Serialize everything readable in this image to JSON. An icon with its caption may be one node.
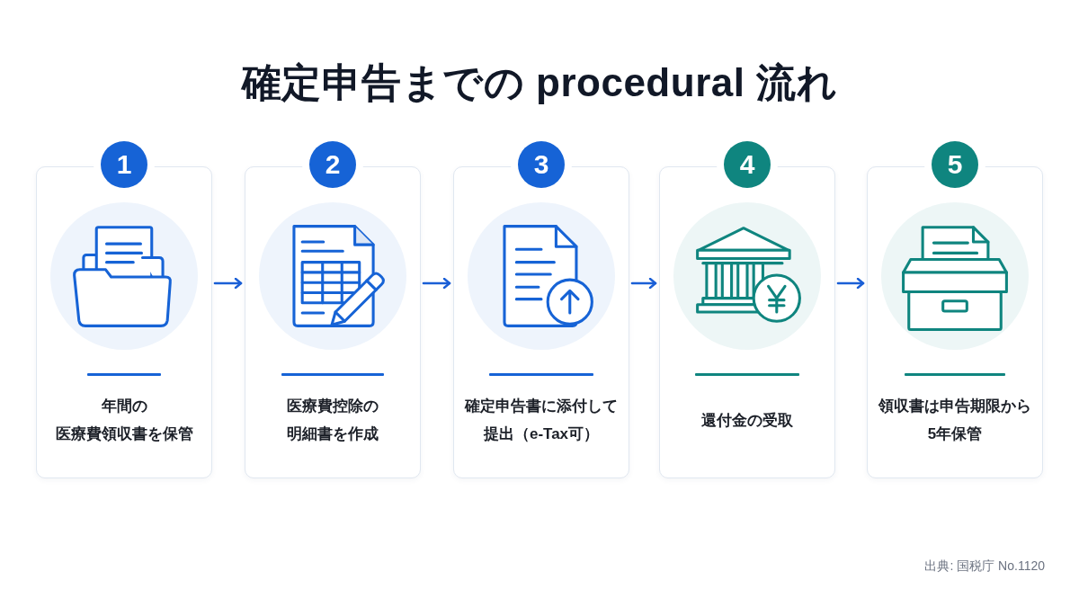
{
  "diagram": {
    "title": "確定申告までの procedural 流れ",
    "nodes": [
      {
        "text": [
          "1",
          "年間の医療費領収書を保管"
        ]
      },
      {
        "text": [
          "2",
          "医療費控除の明細書を作成"
        ]
      },
      {
        "text": [
          "3",
          "確定申告書に添付して提出（e-Tax可）"
        ]
      },
      {
        "text": [
          "4",
          "還付金の受取"
        ]
      },
      {
        "text": [
          "5",
          "領収書は申告期限から5年保管"
        ]
      }
    ],
    "edges": [
      {
        "from": 0,
        "to": 1,
        "arrow": "to"
      },
      {
        "from": 1,
        "to": 2,
        "arrow": "to"
      },
      {
        "from": 2,
        "to": 3,
        "arrow": "to"
      },
      {
        "from": 3,
        "to": 4,
        "arrow": "to"
      }
    ],
    "labels": [
      "出典: 国税庁 No.1120"
    ]
  }
}
